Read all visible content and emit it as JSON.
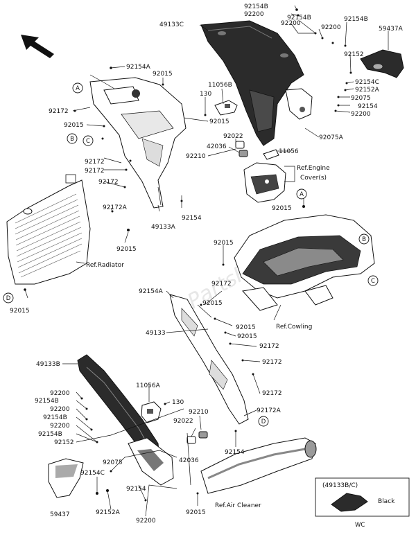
{
  "watermark": "PartsRepublik",
  "part_labels": {
    "p92154B_top": "92154B",
    "p92200_top": "92200",
    "p49133C": "49133C",
    "p92200_a": "92200",
    "p92154B_a": "92154B",
    "p92200_b": "92200",
    "p92154B_b": "92154B",
    "p59437A": "59437A",
    "p92154A_top": "92154A",
    "p92015_top": "92015",
    "p11056B": "11056B",
    "p130_top": "130",
    "p92152_r": "92152",
    "p92154C_r": "92154C",
    "p92152A_r": "92152A",
    "p92075_r": "92075",
    "p92154_r": "92154",
    "p92200_r": "92200",
    "p92172_l1": "92172",
    "p92015_l1": "92015",
    "p92015_m1": "92015",
    "p92022_top": "92022",
    "p42036_top": "42036",
    "p92075A": "92075A",
    "p11056": "11056",
    "p92210_top": "92210",
    "p92172_l2": "92172",
    "p92172_l3": "92172",
    "p92172_l4": "92172",
    "p92172A_l": "92172A",
    "p92154_m": "92154",
    "p49133A": "49133A",
    "p92015_l2": "92015",
    "p92015_a": "92015",
    "p92015_c": "92015",
    "p92172_c1": "92172",
    "p92154A_m": "92154A",
    "p92015_c2": "92015",
    "p92015_c3": "92015",
    "p49133": "49133",
    "p92015_c4": "92015",
    "p92172_c2": "92172",
    "p49133B": "49133B",
    "p92172_c3": "92172",
    "p11056A": "11056A",
    "p92172_c4": "92172",
    "p92200_bl1": "92200",
    "p92154B_bl1": "92154B",
    "p92200_bl2": "92200",
    "p92154B_bl2": "92154B",
    "p92200_bl3": "92200",
    "p92154B_bl3": "92154B",
    "p92152_bl": "92152",
    "p130_b": "130",
    "p92210_b": "92210",
    "p92172A_b": "92172A",
    "p92022_b": "92022",
    "p92075_b": "92075",
    "p42036_b": "42036",
    "p92154C_b": "92154C",
    "p92154_b": "92154",
    "p59437": "59437",
    "p92152A_b": "92152A",
    "p92154_b2": "92154",
    "p92015_b": "92015",
    "p92200_bottom": "92200",
    "p92015_rad": "92015"
  },
  "refs": {
    "engine_cover_l1": "Ref.Engine",
    "engine_cover_l2": "Cover(s)",
    "radiator": "Ref.Radiator",
    "cowling": "Ref.Cowling",
    "air_cleaner": "Ref.Air Cleaner"
  },
  "callouts": {
    "A1": "A",
    "B1": "B",
    "C1": "C",
    "A2": "A",
    "B2": "B",
    "C2": "C",
    "D1": "D",
    "D2": "D"
  },
  "legend": {
    "title": "(49133B/C)",
    "color_label": "Black",
    "code": "WC"
  }
}
